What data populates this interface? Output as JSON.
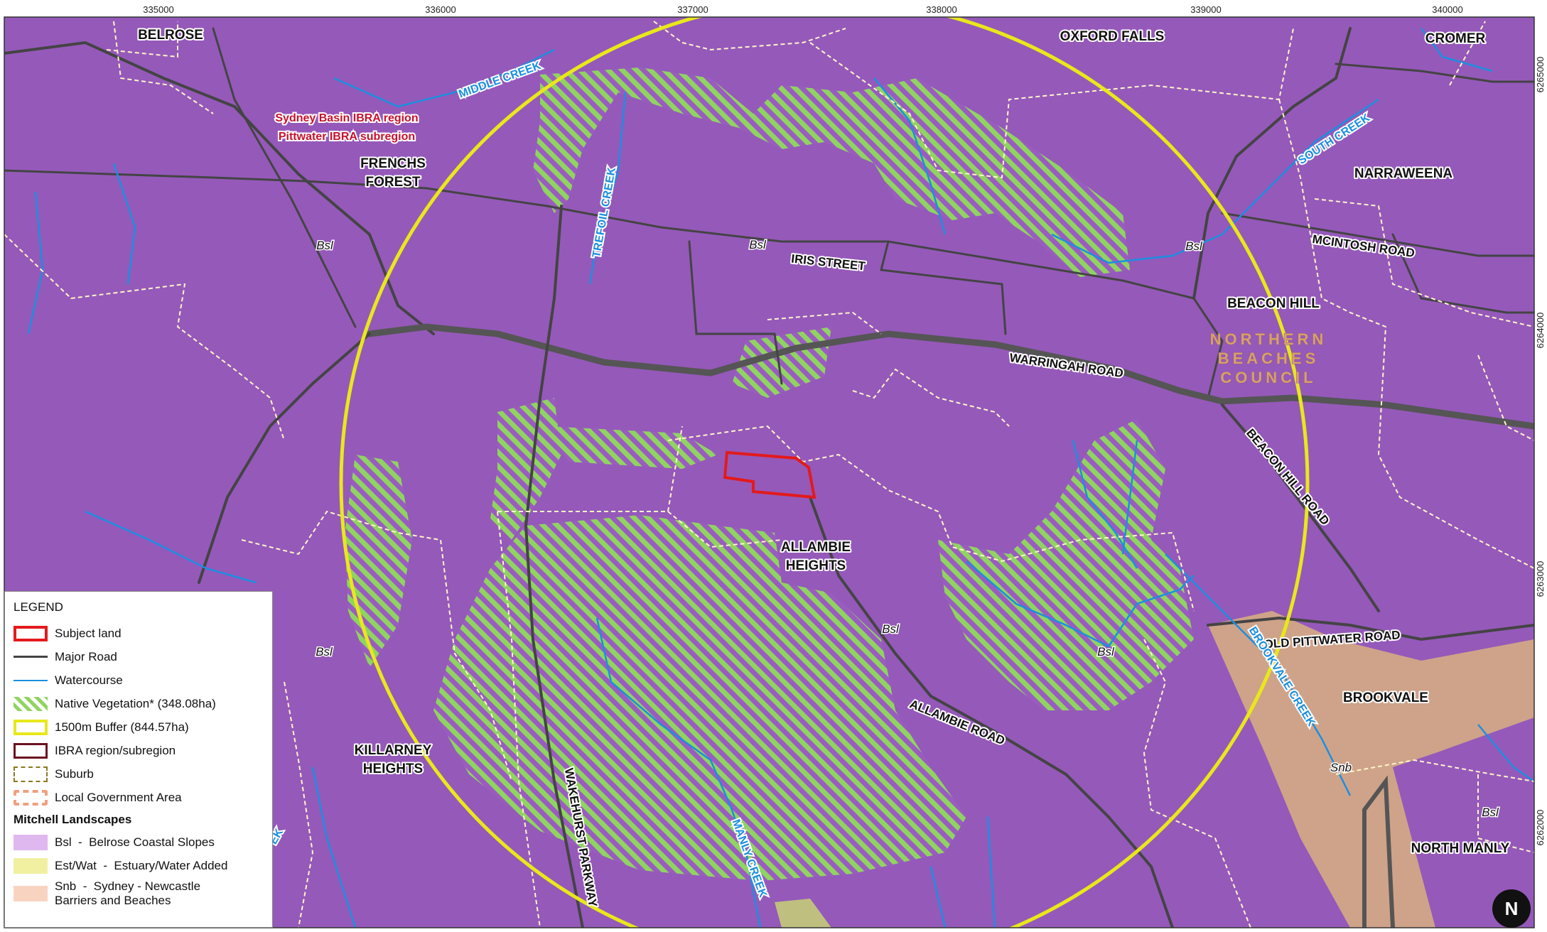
{
  "map": {
    "coords_top": [
      "335000",
      "336000",
      "337000",
      "338000",
      "339000",
      "340000"
    ],
    "coords_right": [
      "6265000",
      "6264000",
      "6263000",
      "6262000"
    ],
    "suburbs": {
      "belrose": "BELROSE",
      "oxford_falls": "OXFORD FALLS",
      "cromer": "CROMER",
      "narraweena": "NARRAWEENA",
      "frenchs_forest_1": "FRENCHS",
      "frenchs_forest_2": "FOREST",
      "beacon_hill": "BEACON HILL",
      "allambie_1": "ALLAMBIE",
      "allambie_2": "HEIGHTS",
      "killarney_1": "KILLARNEY",
      "killarney_2": "HEIGHTS",
      "brookvale": "BROOKVALE",
      "north_manly": "NORTH MANLY"
    },
    "roads": {
      "iris": "IRIS STREET",
      "mcintosh": "MCINTOSH ROAD",
      "warringah": "WARRINGAH ROAD",
      "beacon_hill": "BEACON HILL ROAD",
      "old_pittwater": "OLD PITTWATER ROAD",
      "allambie": "ALLAMBIE ROAD",
      "wakehurst": "WAKEHURST PARKWAY"
    },
    "creeks": {
      "middle": "MIDDLE CREEK",
      "trefoil": "TREFOIL CREEK",
      "south": "SOUTH CREEK",
      "brookvale": "BROOKVALE CREEK",
      "manly": "MANLY CREEK",
      "partial": "EK"
    },
    "codes": {
      "bsl": "Bsl",
      "snb": "Snb"
    },
    "ibra_line1": "Sydney Basin IBRA region",
    "ibra_line2": "Pittwater IBRA subregion",
    "lga_line1": "NORTHERN",
    "lga_line2": "BEACHES",
    "lga_line3": "COUNCIL",
    "colors": {
      "bsl": "#9a5cc0",
      "snb": "#d9b080",
      "vegetation": "#8fd460",
      "buffer": "#e8e81a",
      "subject": "#e31a1c",
      "watercourse": "#1a8fe0",
      "road": "#444444"
    }
  },
  "legend": {
    "title": "LEGEND",
    "items": [
      {
        "label": "Subject land"
      },
      {
        "label": "Major Road"
      },
      {
        "label": "Watercourse"
      },
      {
        "label": "Native Vegetation* (348.08ha)"
      },
      {
        "label": "1500m Buffer (844.57ha)"
      },
      {
        "label": "IBRA region/subregion"
      },
      {
        "label": "Suburb"
      },
      {
        "label": "Local Government Area"
      }
    ],
    "mitchell_heading": "Mitchell Landscapes",
    "mitchell": [
      {
        "label": "Bsl  -  Belrose Coastal Slopes"
      },
      {
        "label": "Est/Wat  -  Estuary/Water Added"
      },
      {
        "label": "Snb  -  Sydney - Newcastle",
        "label2": "Barriers and Beaches"
      }
    ]
  },
  "north_arrow": "N"
}
